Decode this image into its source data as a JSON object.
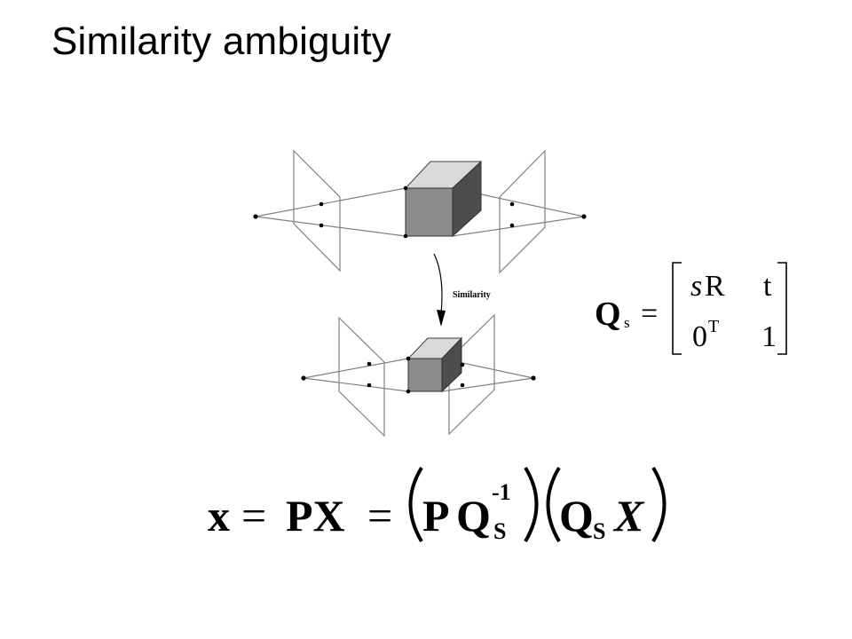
{
  "slide": {
    "title": "Similarity ambiguity"
  },
  "figure": {
    "arrow_label": "Similarity"
  },
  "q_matrix": {
    "lhs_symbol": "Q",
    "lhs_subscript": "s",
    "equals": "=",
    "cell_11_scale": "s",
    "cell_11_rot": "R",
    "cell_12": "t",
    "cell_21_zero": "0",
    "cell_21_T": "T",
    "cell_22": "1"
  },
  "equation": {
    "x": "x",
    "eq1": "=",
    "PX": "PX",
    "eq2": "=",
    "P": "P",
    "Q1": "Q",
    "Q1_sub": "S",
    "Q1_sup": "-1",
    "Q2": "Q",
    "Q2_sub": "S",
    "X": "X"
  }
}
